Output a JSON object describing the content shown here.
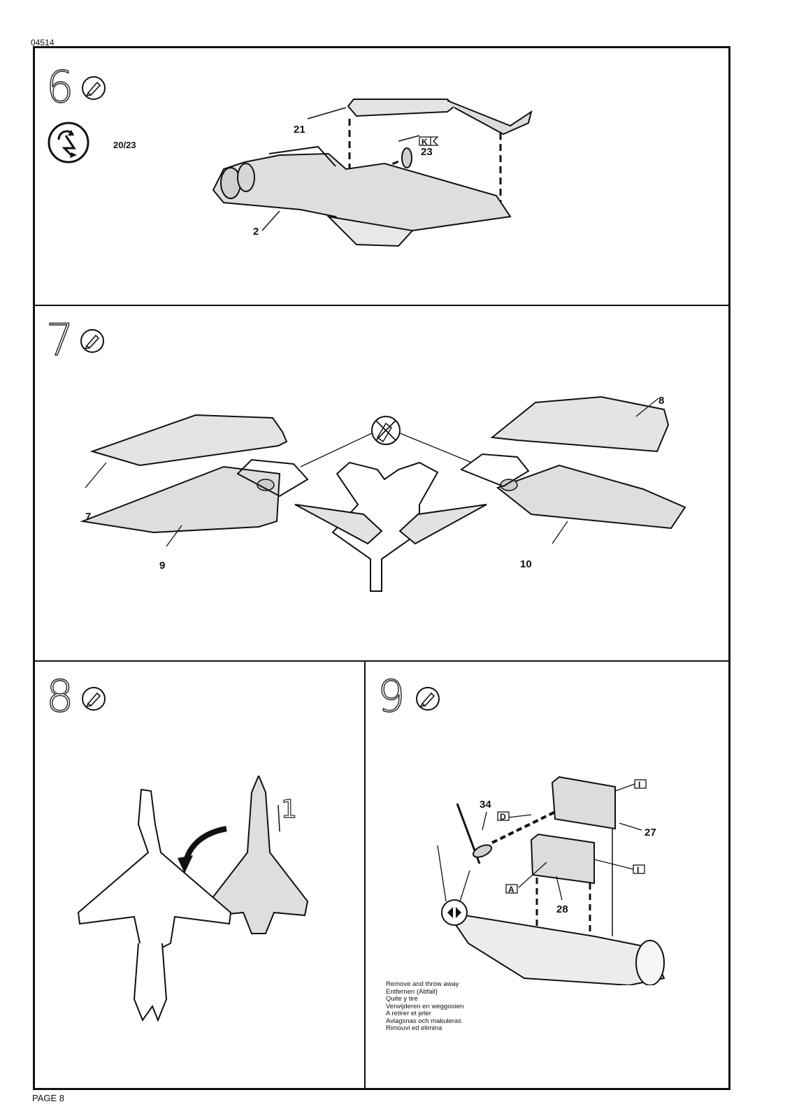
{
  "header": {
    "code": "04514"
  },
  "footer": {
    "page": "PAGE 8"
  },
  "steps": [
    {
      "number": "6",
      "ref": "20/23",
      "parts": [
        "21",
        "23",
        "2"
      ],
      "color_code": "K"
    },
    {
      "number": "7",
      "parts": [
        "8",
        "7",
        "9",
        "10"
      ]
    },
    {
      "number": "8",
      "parts": [
        "1"
      ]
    },
    {
      "number": "9",
      "parts": [
        "34",
        "27",
        "28"
      ],
      "color_codes": [
        "D",
        "I",
        "I",
        "A"
      ]
    }
  ],
  "remove_note": [
    "Remove and throw away",
    "Entfernen (Abfall)",
    "Quite y tire",
    "Verwijderen en weggooien",
    "A retirer et jeter",
    "Avlagsnas och makuleras",
    "Rimouvi ed elimina"
  ],
  "icons": [
    "glue-icon",
    "rotate-flip-icon",
    "no-glue-icon",
    "remove-icon"
  ]
}
